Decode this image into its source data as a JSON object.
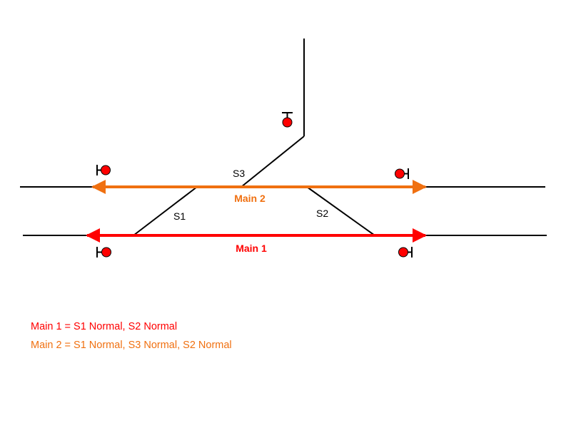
{
  "colors": {
    "track": "#000000",
    "main1": "#ff0000",
    "main2": "#f07010",
    "signal": "#ff0000"
  },
  "switches": {
    "s1": "S1",
    "s2": "S2",
    "s3": "S3"
  },
  "routes": {
    "main1": "Main 1",
    "main2": "Main 2"
  },
  "signals": [
    {
      "name": "signal-upper-left"
    },
    {
      "name": "signal-upper-right"
    },
    {
      "name": "signal-lower-left"
    },
    {
      "name": "signal-lower-right"
    },
    {
      "name": "signal-branch"
    }
  ],
  "legend": {
    "line1": "Main 1 = S1 Normal, S2 Normal",
    "line2": "Main 2 = S1 Normal, S3 Normal, S2 Normal"
  }
}
